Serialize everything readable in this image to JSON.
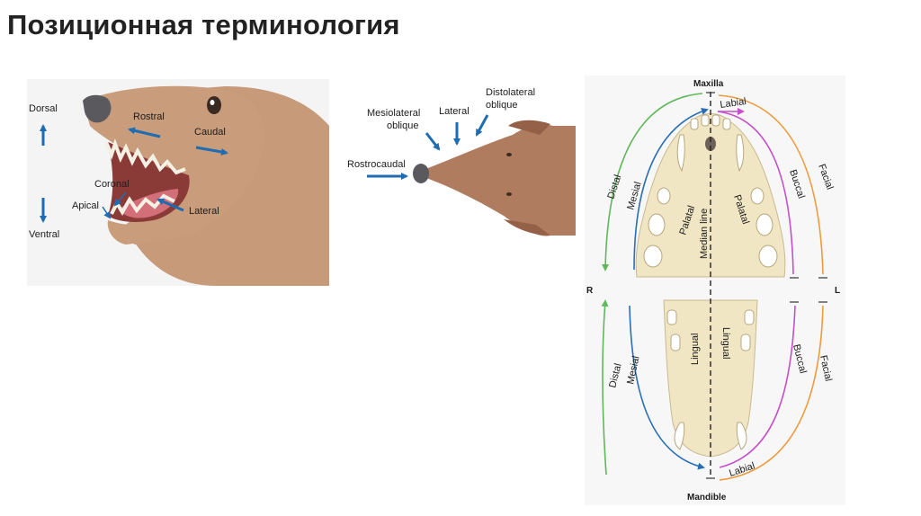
{
  "title": "Позиционная терминология",
  "side_view": {
    "dorsal": "Dorsal",
    "ventral": "Ventral",
    "rostral": "Rostral",
    "caudal": "Caudal",
    "coronal": "Coronal",
    "apical": "Apical",
    "lateral": "Lateral"
  },
  "top_view": {
    "mesiolateral_line1": "Mesiolateral",
    "mesiolateral_line2": "oblique",
    "lateral": "Lateral",
    "distolateral_line1": "Distolateral",
    "distolateral_line2": "oblique",
    "rostrocaudal": "Rostrocaudal"
  },
  "jaw_diagram": {
    "maxilla": "Maxilla",
    "mandible": "Mandible",
    "right": "R",
    "left": "L",
    "labial_upper": "Labial",
    "labial_lower": "Labial",
    "distal_upper": "Distal",
    "mesial_upper": "Mesial",
    "distal_lower": "Distal",
    "mesial_lower": "Mesial",
    "buccal_upper": "Buccal",
    "facial_upper": "Facial",
    "buccal_lower": "Buccal",
    "facial_lower": "Facial",
    "palatal_left": "Palatal",
    "palatal_right": "Palatal",
    "median_line": "Median line",
    "lingual_left": "Lingual",
    "lingual_right": "Lingual"
  },
  "colors": {
    "arrow_blue": "#1e6db3",
    "distal_green": "#5fb85a",
    "mesial_blue": "#2a6fb5",
    "buccal_magenta": "#c64fc8",
    "facial_orange": "#ee9a3c",
    "dog_skin": "#c79a79",
    "bone": "#f1e6c4"
  }
}
